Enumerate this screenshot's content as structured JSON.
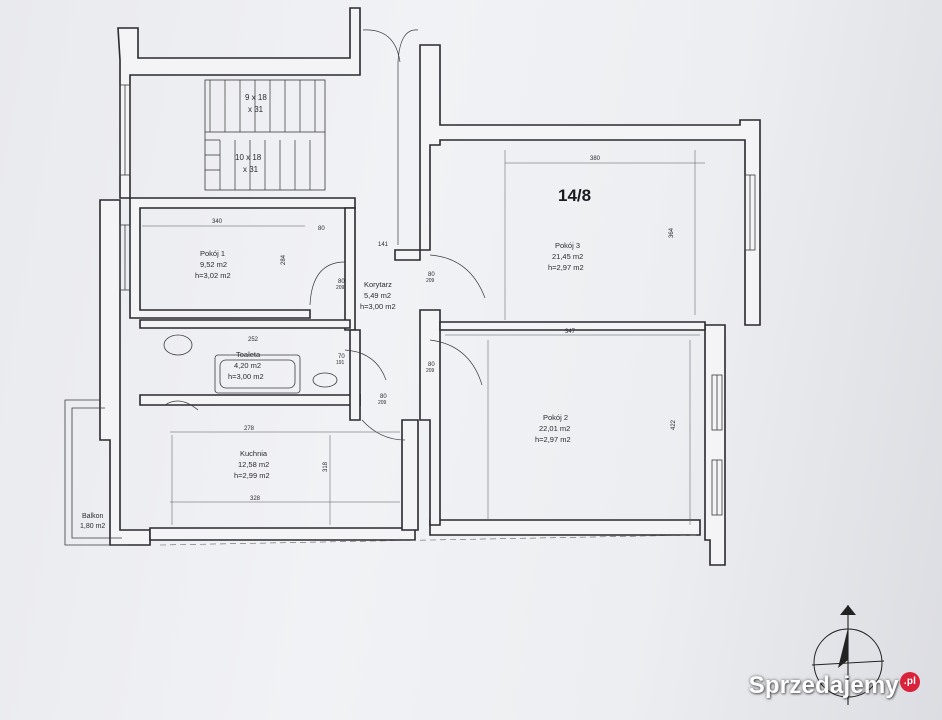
{
  "unit_no": "14/8",
  "rooms": {
    "pokoj1": {
      "name": "Pokój 1",
      "area": "9,52 m2",
      "height": "h=3,02 m2"
    },
    "pokoj2": {
      "name": "Pokój 2",
      "area": "22,01 m2",
      "height": "h=2,97 m2"
    },
    "pokoj3": {
      "name": "Pokój 3",
      "area": "21,45 m2",
      "height": "h=2,97 m2"
    },
    "korytarz": {
      "name": "Korytarz",
      "area": "5,49 m2",
      "height": "h=3,00 m2"
    },
    "toaleta": {
      "name": "Toaleta",
      "area": "4,20 m2",
      "height": "h=3,00 m2"
    },
    "kuchnia": {
      "name": "Kuchnia",
      "area": "12,58 m2",
      "height": "h=2,99 m2"
    },
    "balkon": {
      "name": "Balkon",
      "area": "1,80 m2"
    }
  },
  "stairs": {
    "upper": {
      "line1": "9 x 18",
      "line2": "x 31"
    },
    "lower": {
      "line1": "10 x 18",
      "line2": "x 31"
    }
  },
  "dimensions": {
    "pokoj1_w": "340",
    "pokoj3_w": "380",
    "pokoj2_w": "347",
    "toaleta_w": "252",
    "kuchnia_w": "278",
    "kuchnia_w2": "328",
    "pokoj3_h": "364",
    "pokoj2_h": "422",
    "kuchnia_h": "318",
    "pokoj1_h": "284",
    "korytarz_w": "141",
    "d1": "80",
    "d2": "80",
    "d3": "80",
    "d4": "70",
    "d5": "80",
    "d6": "80",
    "d7": "209",
    "d8": "209",
    "d9": "209",
    "d10": "191",
    "d11": "209"
  },
  "watermark": {
    "text": "Sprzedajemy",
    "badge": ".pl"
  }
}
